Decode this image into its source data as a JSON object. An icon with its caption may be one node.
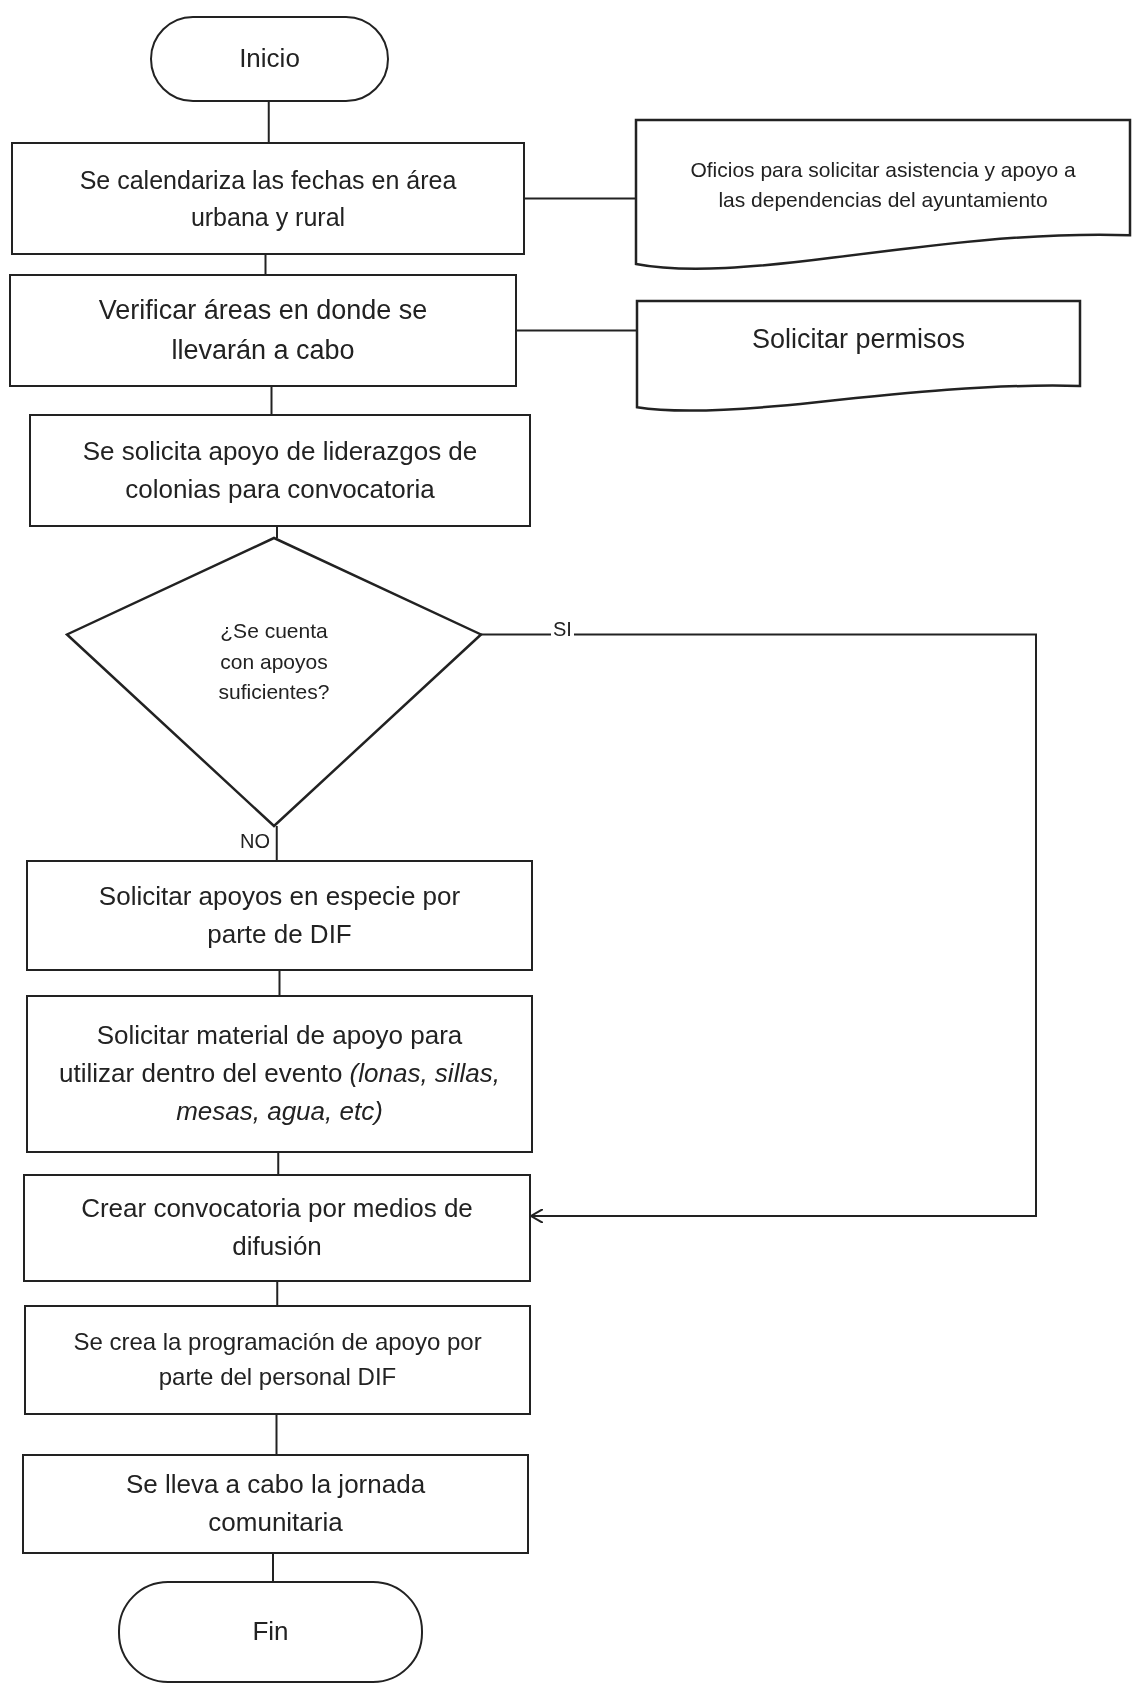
{
  "diagram": {
    "nodes": [
      {
        "text": [
          "Inicio"
        ]
      },
      {
        "text": [
          "Se calendariza las fechas en área urbana y rural"
        ]
      },
      {
        "text": [
          "Oficios para solicitar asistencia y apoyo a las dependencias del ayuntamiento"
        ]
      },
      {
        "text": [
          "Verificar áreas en donde se llevarán a cabo"
        ]
      },
      {
        "text": [
          "Solicitar permisos"
        ]
      },
      {
        "text": [
          "Se solicita apoyo de liderazgos de colonias para convocatoria"
        ]
      },
      {
        "text": [
          "¿Se cuenta con apoyos suficientes?"
        ]
      },
      {
        "text": [
          "Solicitar apoyos en especie por parte de DIF"
        ]
      },
      {
        "text": [
          "Solicitar material de apoyo para utilizar dentro del evento *(lonas, sillas, mesas, agua, etc)*"
        ]
      },
      {
        "text": [
          "Crear convocatoria por medios de difusión"
        ]
      },
      {
        "text": [
          "Se crea la programación de apoyo por parte del personal DIF"
        ]
      },
      {
        "text": [
          "Se lleva a cabo la jornada comunitaria"
        ]
      },
      {
        "text": [
          "Fin"
        ]
      }
    ],
    "edges": [
      {
        "from": 0,
        "to": 1,
        "arrow": "none"
      },
      {
        "from": 1,
        "to": 2,
        "arrow": "none"
      },
      {
        "from": 1,
        "to": 3,
        "arrow": "none"
      },
      {
        "from": 3,
        "to": 4,
        "arrow": "none"
      },
      {
        "from": 3,
        "to": 5,
        "arrow": "none"
      },
      {
        "from": 5,
        "to": 6,
        "arrow": "none"
      },
      {
        "from": 6,
        "to": 7,
        "arrow": "none",
        "label": "NO"
      },
      {
        "from": 7,
        "to": 8,
        "arrow": "none"
      },
      {
        "from": 8,
        "to": 9,
        "arrow": "none"
      },
      {
        "from": 6,
        "to": 9,
        "arrow": "to",
        "label": "SI"
      },
      {
        "from": 9,
        "to": 10,
        "arrow": "none"
      },
      {
        "from": 10,
        "to": 11,
        "arrow": "none"
      },
      {
        "from": 11,
        "to": 12,
        "arrow": "none"
      }
    ]
  }
}
